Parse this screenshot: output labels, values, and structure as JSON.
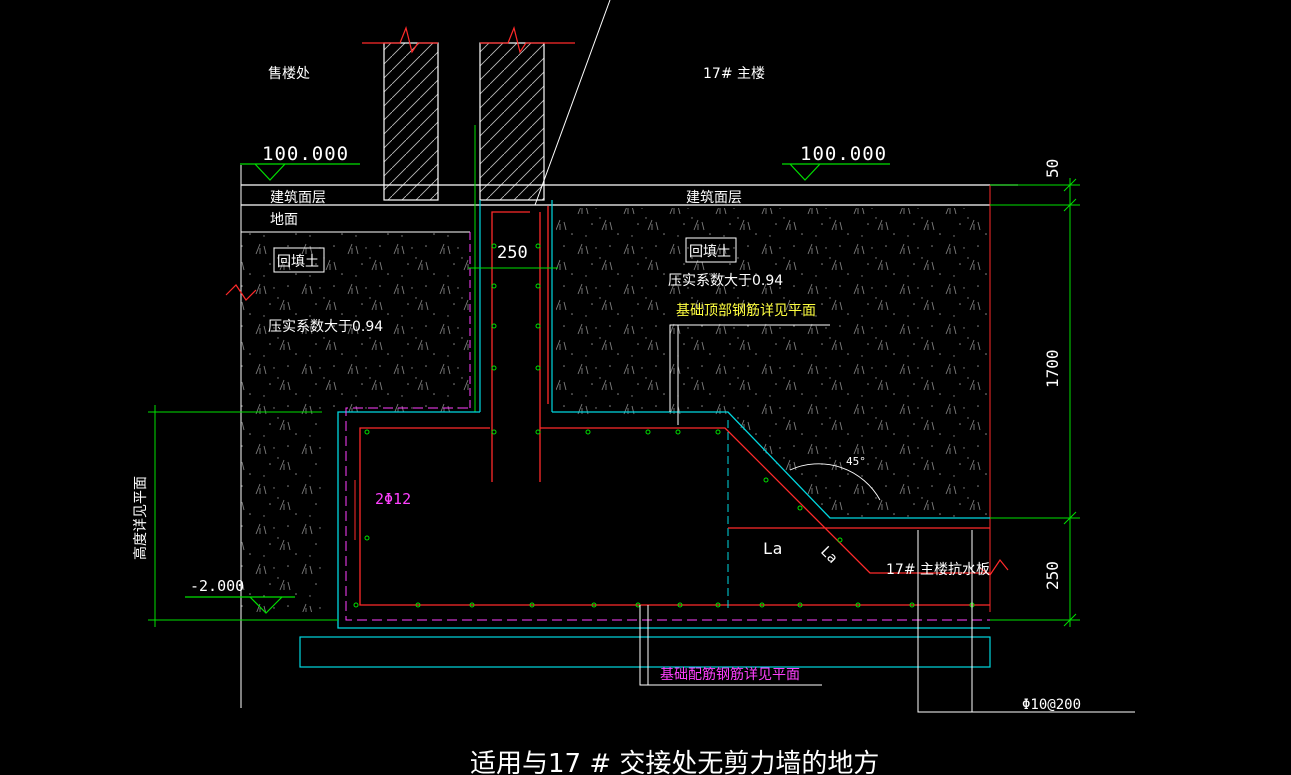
{
  "colors": {
    "background": "#000000",
    "white": "#ffffff",
    "green": "#00e000",
    "red": "#ff2a2a",
    "cyan": "#00d8e0",
    "magenta": "#ff40ff",
    "yellow": "#ffff40",
    "gray": "#9a9a9a"
  },
  "labels": {
    "sales_office": "售楼处",
    "main_building": "17# 主楼",
    "elev_left": "100.000",
    "elev_right": "100.000",
    "floor_layer_left": "建筑面层",
    "ground_left": "地面",
    "floor_layer_right": "建筑面层",
    "backfill_left": "回填土",
    "backfill_right": "回填土",
    "compaction_left": "压实系数大于0.94",
    "compaction_right": "压实系数大于0.94",
    "top_rebar_note": "基础顶部钢筋详见平面",
    "wall_width": "250",
    "rebar_2phi12": "2Φ12",
    "elev_vertical": "高度详见平面",
    "elev_neg": "-2.000",
    "angle": "45°",
    "la_horizontal": "La",
    "la_diagonal": "La",
    "raft_label": "17# 主楼抗水板",
    "bottom_rebar_note": "基础配筋钢筋详见平面",
    "stirrup": "Φ10@200",
    "dim_50": "50",
    "dim_1700": "1700",
    "dim_250": "250",
    "caption": "适用与17 # 交接处无剪力墙的地方"
  }
}
